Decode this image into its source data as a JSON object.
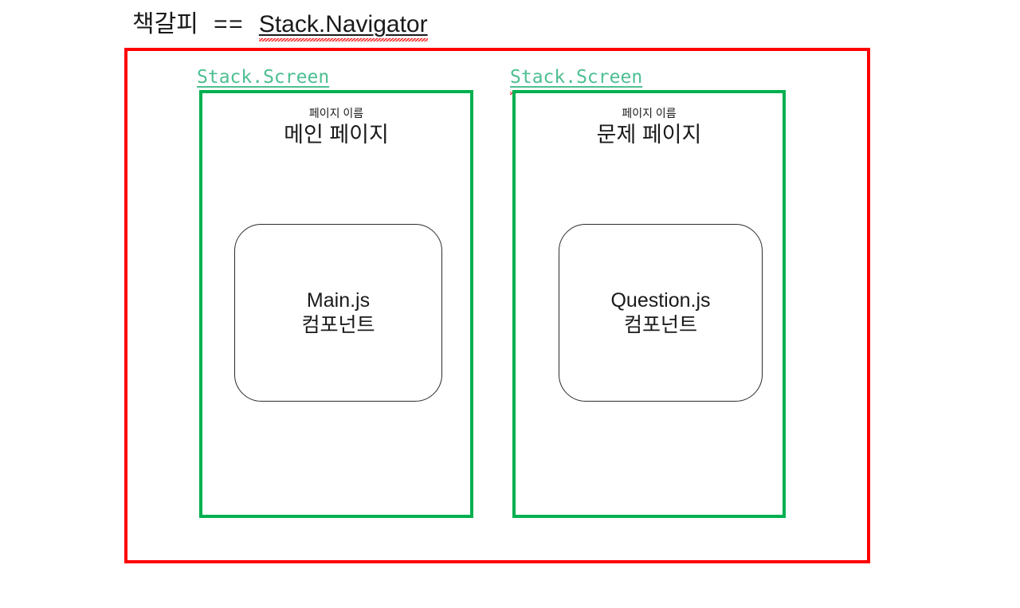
{
  "diagram": {
    "title": {
      "prefix": "책갈피",
      "operator": "==",
      "target": "Stack.Navigator"
    },
    "navigator": {
      "label": "Stack.Navigator",
      "border_color": "#ff0000"
    },
    "screens": [
      {
        "label": "Stack.Screen",
        "label_color": "#4dbf91",
        "border_color": "#00b050",
        "caption_small": "페이지 이름",
        "caption_large": "메인 페이지",
        "component": {
          "file": "Main.js",
          "kind": "컴포넌트"
        }
      },
      {
        "label": "Stack.Screen",
        "label_color": "#4dbf91",
        "border_color": "#00b050",
        "caption_small": "페이지 이름",
        "caption_large": "문제 페이지",
        "component": {
          "file": "Question.js",
          "kind": "컴포넌트"
        }
      }
    ]
  }
}
